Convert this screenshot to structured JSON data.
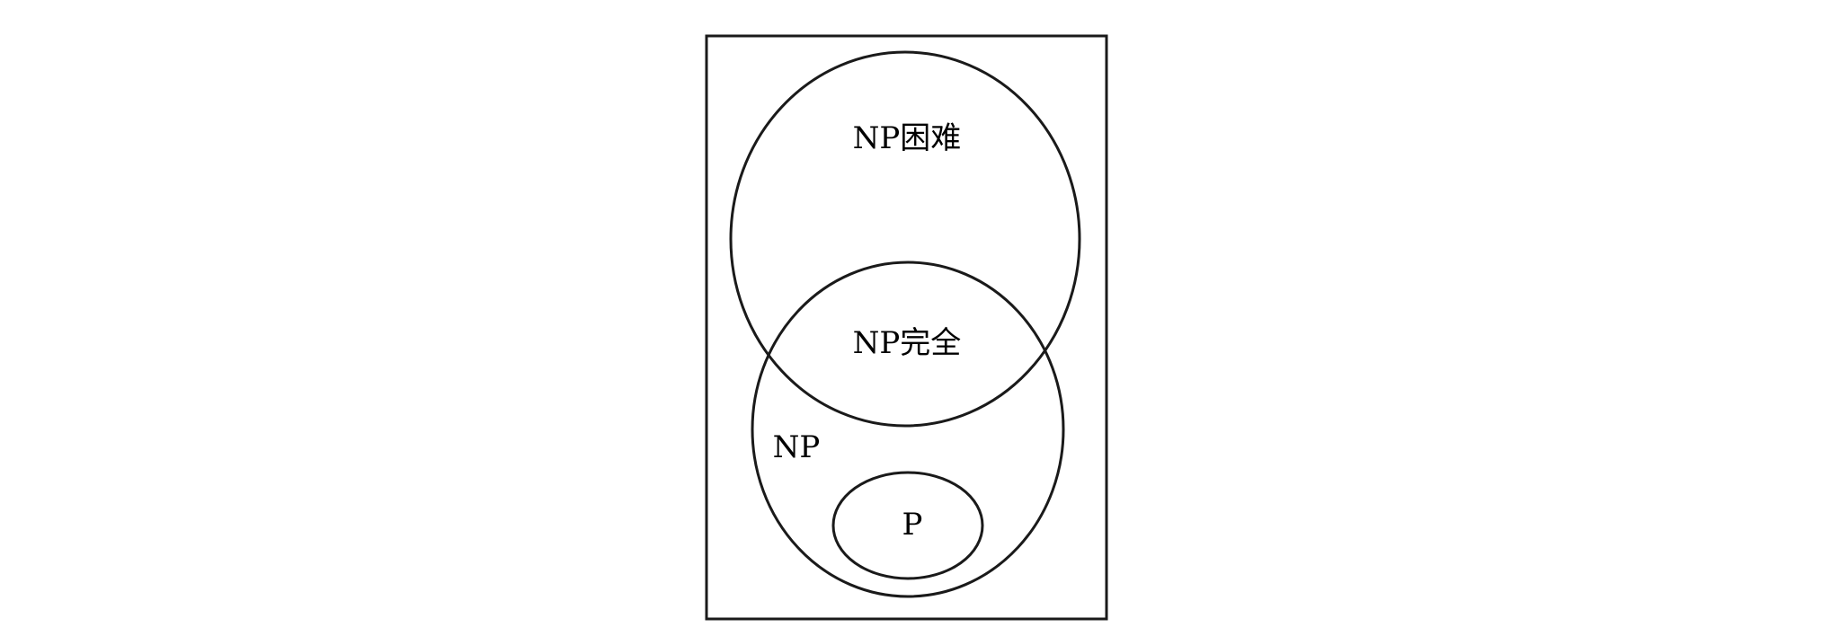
{
  "diagram": {
    "labels": {
      "np_hard": "NP困难",
      "np_complete": "NP完全",
      "np": "NP",
      "p": "P"
    },
    "colors": {
      "stroke": "#1a1a1a",
      "text": "#000000",
      "background": "#ffffff"
    }
  }
}
